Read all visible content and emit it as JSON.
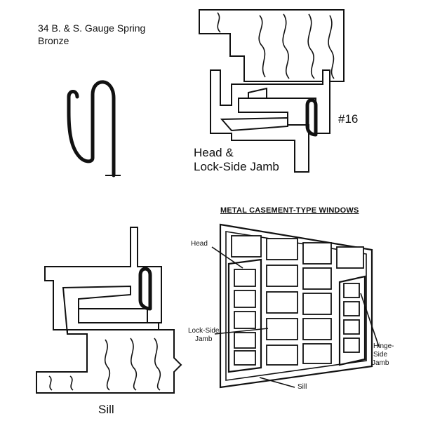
{
  "labels": {
    "spring_line1": "34 B. & S. Gauge Spring",
    "spring_line2": "Bronze",
    "number": "#16",
    "head_line1": "Head &",
    "head_line2": "Lock-Side Jamb",
    "sill": "Sill",
    "windows_title": "METAL CASEMENT-TYPE WINDOWS",
    "callout_head": "Head",
    "callout_lock_line1": "Lock-Side",
    "callout_lock_line2": "Jamb",
    "callout_hinge_line1": "Hinge-",
    "callout_hinge_line2": "Side",
    "callout_hinge_line3": "Jamb",
    "callout_sill": "Sill"
  }
}
